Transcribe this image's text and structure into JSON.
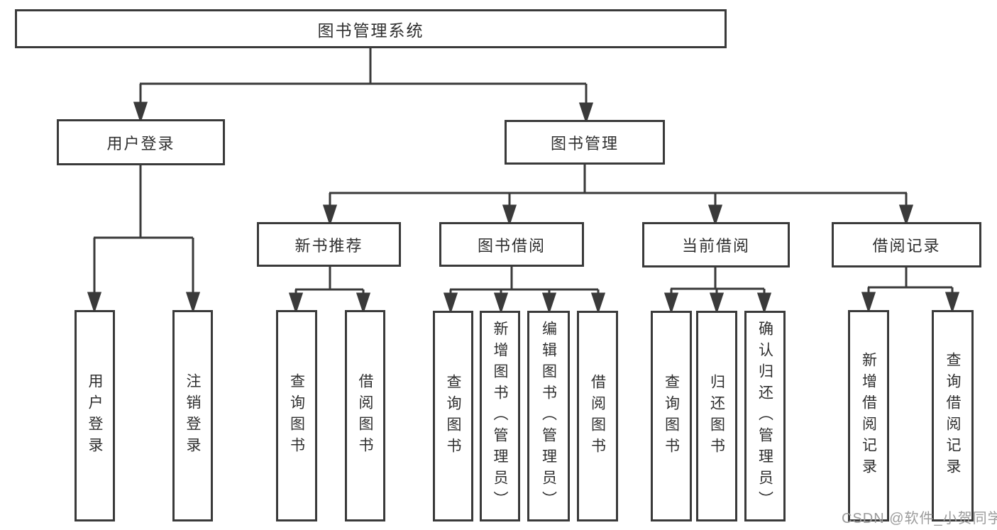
{
  "diagram": {
    "type": "tree",
    "orientation": "top-down",
    "colors": {
      "line": "#3a3a3a",
      "box_border": "#3a3a3a",
      "box_fill": "#ffffff",
      "text": "#2f2f2f",
      "watermark": "#9b9b9b",
      "background": "#ffffff"
    },
    "tree": {
      "root": "图书管理系统",
      "children": [
        {
          "label": "用户登录",
          "children": [
            "用户登录",
            "注销登录"
          ]
        },
        {
          "label": "图书管理",
          "children": [
            {
              "label": "新书推荐",
              "children": [
                "查询图书",
                "借阅图书"
              ]
            },
            {
              "label": "图书借阅",
              "children": [
                "查询图书",
                "新增图书（管理员）",
                "编辑图书（管理员）",
                "借阅图书"
              ]
            },
            {
              "label": "当前借阅",
              "children": [
                "查询图书",
                "归还图书",
                "确认归还（管理员）"
              ]
            },
            {
              "label": "借阅记录",
              "children": [
                "新增借阅记录",
                "查询借阅记录"
              ]
            }
          ]
        }
      ]
    },
    "watermark": {
      "text": "CSDN @软件_小贺同学"
    }
  }
}
